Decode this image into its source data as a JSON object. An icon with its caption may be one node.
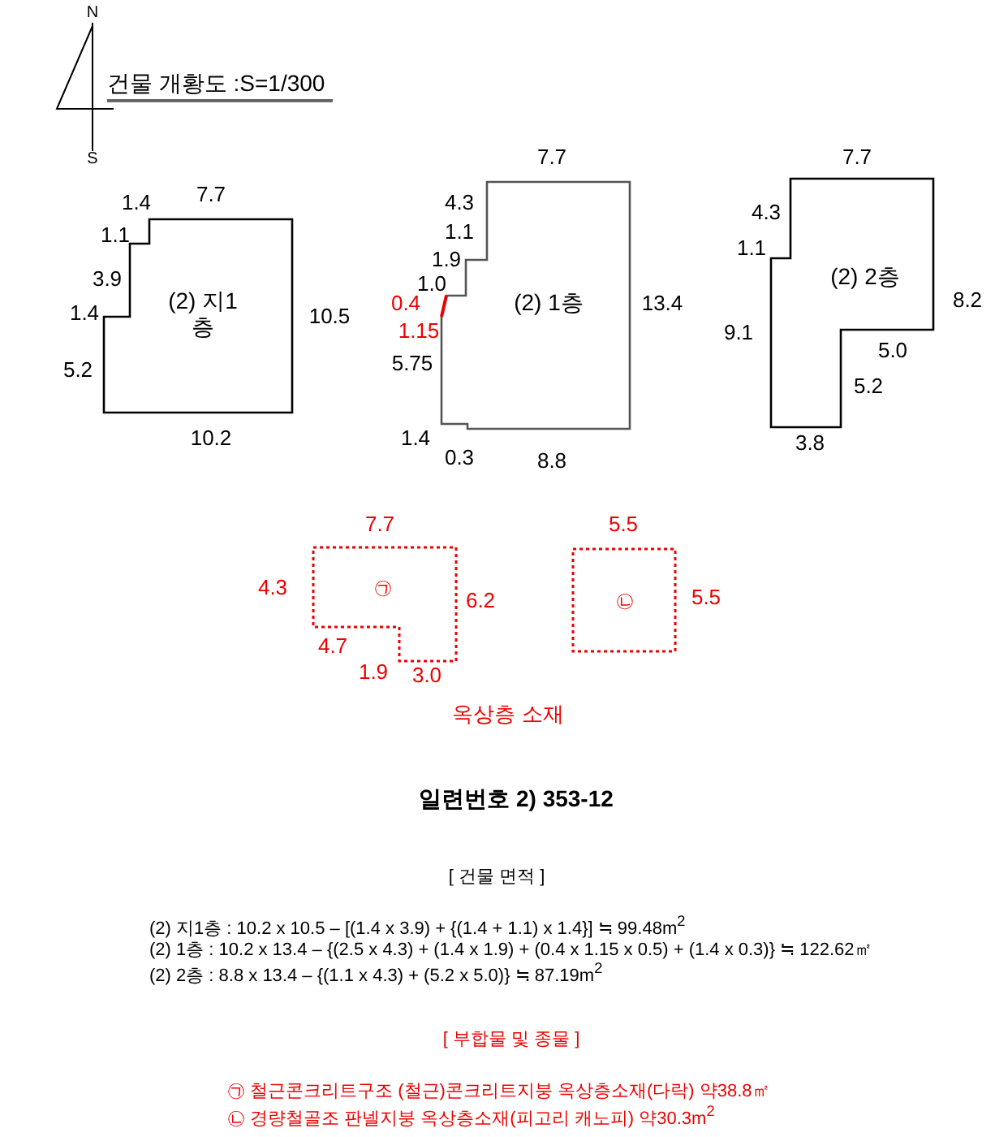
{
  "diagram": {
    "title": "건물 개황도 :S=1/300",
    "nodes": [
      {
        "text": [
          "(2) 지1층"
        ]
      },
      {
        "text": [
          "(2) 1층"
        ]
      },
      {
        "text": [
          "(2) 2층"
        ]
      },
      {
        "text": [
          "㉠"
        ]
      },
      {
        "text": [
          "㉡"
        ]
      }
    ],
    "labels": [
      "N",
      "S",
      "1.4",
      "7.7",
      "1.1",
      "3.9",
      "1.4",
      "5.2",
      "10.5",
      "10.2",
      "7.7",
      "4.3",
      "1.1",
      "1.9",
      "1.0",
      "0.4",
      "1.15",
      "5.75",
      "13.4",
      "1.4",
      "0.3",
      "8.8",
      "7.7",
      "4.3",
      "1.1",
      "9.1",
      "8.2",
      "5.0",
      "5.2",
      "3.8",
      "7.7",
      "4.3",
      "6.2",
      "4.7",
      "1.9",
      "3.0",
      "5.5",
      "5.5",
      "옥상층 소재",
      "일련번호 2) 353-12",
      "[ 건물 면적 ]",
      "(2) 지1층 : 10.2 x 10.5 – [(1.4 x 3.9) + {(1.4 + 1.1) x 1.4}] ≒ 99.48m$^{2}$",
      "(2) 1층 : 10.2 x 13.4 – {(2.5 x 4.3) + (1.4 x 1.9) + (0.4 x 1.15 x 0.5) + (1.4 x 0.3)} ≒ 122.62㎡",
      "(2) 2층 : 8.8 x 13.4 – {(1.1 x 4.3) + (5.2 x 5.0)} ≒ 87.19m$^{2}$",
      "[ 부합물 및 종물 ]",
      "㉠ 철근콘크리트구조 (철근)콘크리트지붕 옥상층소재(다락) 약38.8㎡",
      "㉡ 경량철골조 판넬지붕 옥상층소재(피고리 캐노피) 약30.3m$^{2}$"
    ]
  }
}
